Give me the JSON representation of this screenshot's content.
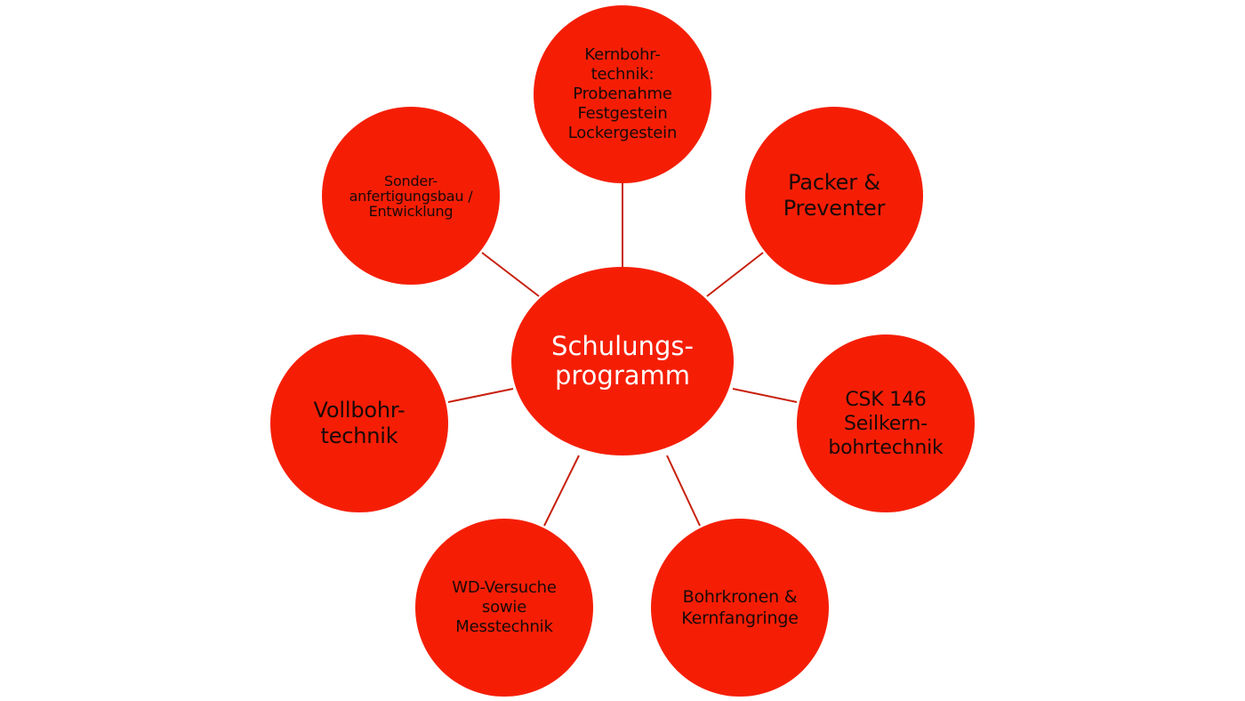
{
  "diagram": {
    "center": {
      "label": "Schulungs-\nprogramm"
    },
    "nodes": [
      {
        "id": "kernbohrtechnik",
        "label": "Kernbohr-\ntechnik:\nProbenahme\nFestgestein\nLockergestein"
      },
      {
        "id": "packer",
        "label": "Packer &\nPreventer"
      },
      {
        "id": "csk146",
        "label": "CSK 146\nSeilkern-\nbohrtechnik"
      },
      {
        "id": "bohrkronen",
        "label": "Bohrkronen &\nKernfangringe"
      },
      {
        "id": "wd-versuche",
        "label": "WD-Versuche\nsowie\nMesstechnik"
      },
      {
        "id": "vollbohrtechnik",
        "label": "Vollbohr-\ntechnik"
      },
      {
        "id": "sonderanfertigung",
        "label": "Sonder-\nanfertigungsbau /\nEntwicklung"
      }
    ],
    "colors": {
      "node_fill": "#f51e05",
      "connector": "#c8200e",
      "center_text": "#ffffff",
      "node_text": "#1a0a08"
    }
  }
}
